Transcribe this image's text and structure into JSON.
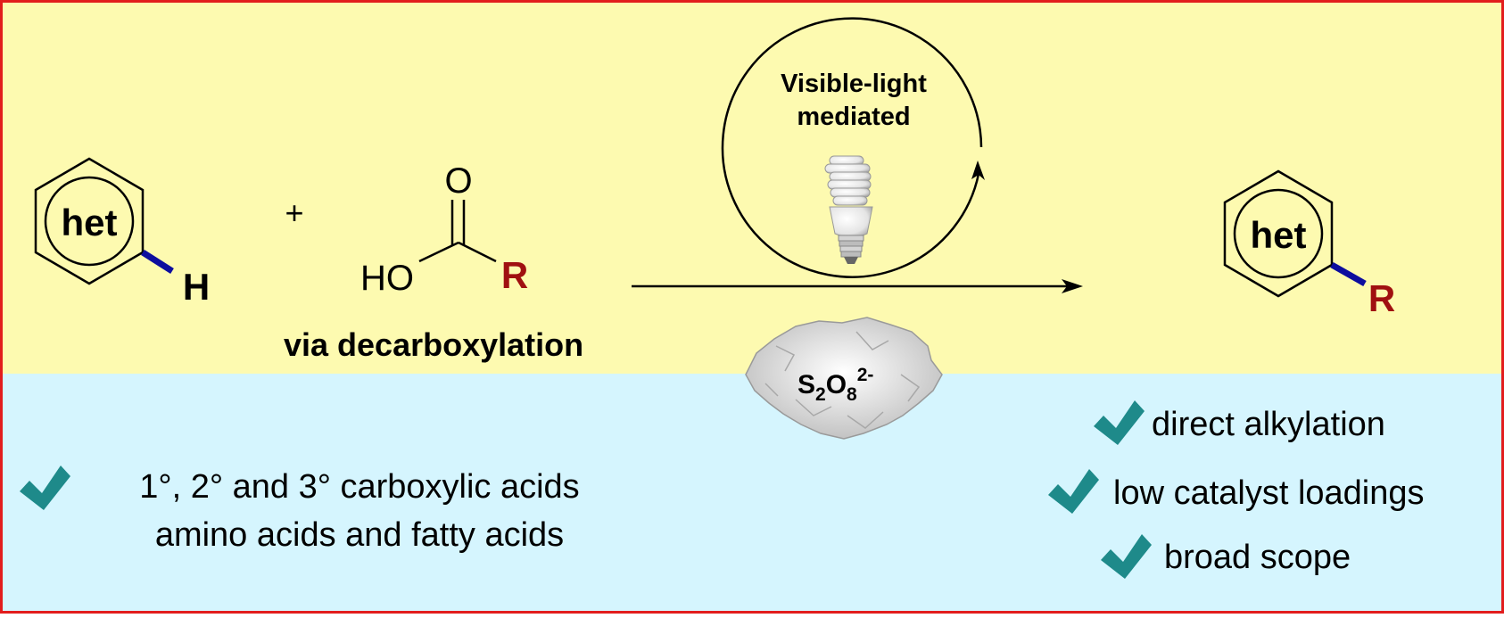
{
  "colors": {
    "top_panel": "#FDFAB0",
    "bottom_panel": "#D5F5FE",
    "frame": "#E21D1D",
    "bond_highlight": "#0D0D9E",
    "r_group": "#A01010",
    "check": "#1E8A8A"
  },
  "reactant": {
    "ring_label": "het",
    "h_label": "H"
  },
  "plus": "+",
  "acid": {
    "carbonyl_o": "O",
    "hydroxyl": "HO",
    "r_label": "R",
    "caption": "via decarboxylation"
  },
  "conditions": {
    "cycle_line1": "Visible-light",
    "cycle_line2": "mediated",
    "bulb_icon": "light-bulb-icon",
    "oxidant_main": "S",
    "oxidant_sub1": "2",
    "oxidant_o": "O",
    "oxidant_sub2": "8",
    "oxidant_sup": "2-"
  },
  "product": {
    "ring_label": "het",
    "r_label": "R"
  },
  "features_left": {
    "line1": "1°, 2° and 3° carboxylic acids",
    "line2": "amino acids and fatty acids"
  },
  "features_right": [
    "direct alkylation",
    "low catalyst loadings",
    "broad scope"
  ]
}
